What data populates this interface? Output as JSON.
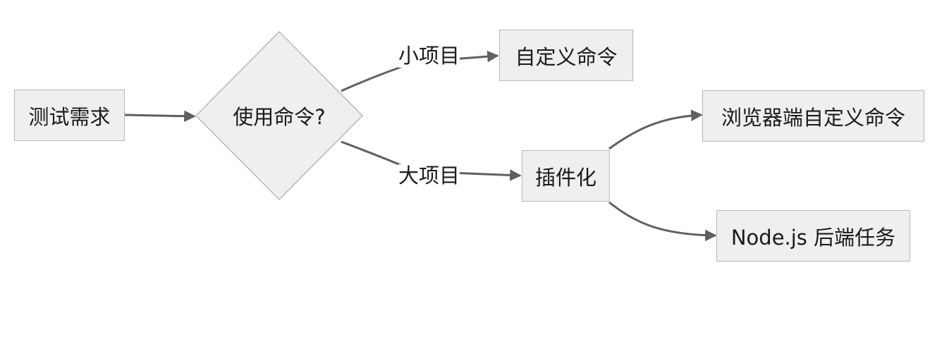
{
  "nodes": {
    "start": "测试需求",
    "decision": "使用命令?",
    "custom_cmd": "自定义命令",
    "plugin": "插件化",
    "browser_cmd": "浏览器端自定义命令",
    "node_task": "Node.js 后端任务"
  },
  "edge_labels": {
    "small": "小项目",
    "large": "大项目"
  },
  "colors": {
    "node_fill": "#efefef",
    "node_border": "#b8b8b8",
    "edge": "#606060"
  }
}
